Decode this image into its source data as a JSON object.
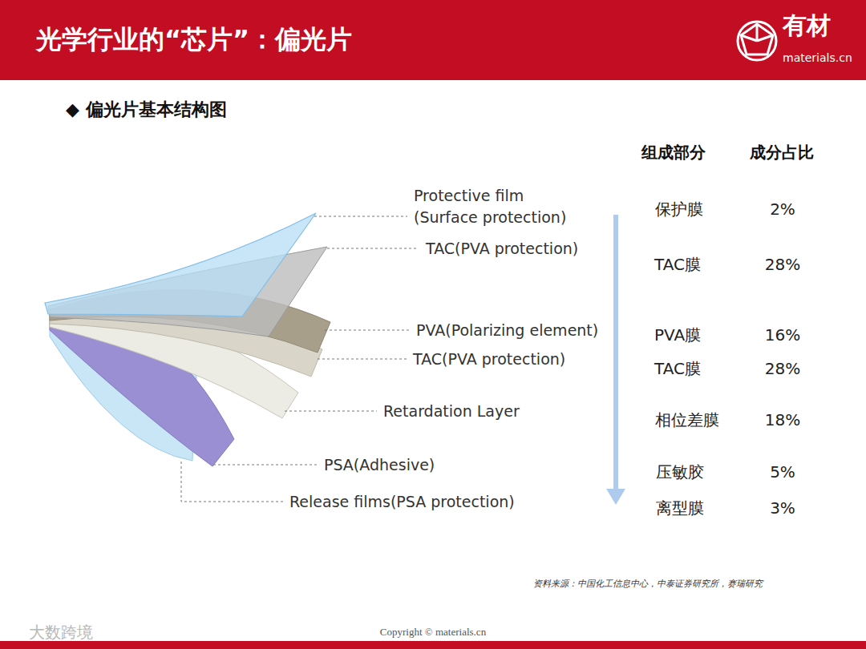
{
  "diagram": {
    "title": "光学行业的“芯片”：偏光片",
    "labels": [
      "有材",
      "materials.cn",
      "◆ 偏光片基本结构图",
      "Protective film (Surface protection)",
      "TAC(PVA protection)",
      "PVA(Polarizing element)",
      "TAC(PVA protection)",
      "Retardation Layer",
      "PSA(Adhesive)",
      "Release films(PSA protection)",
      "组成部分",
      "成分占比",
      "保护膜",
      "2%",
      "TAC膜",
      "28%",
      "PVA膜",
      "16%",
      "TAC膜",
      "28%",
      "相位差膜",
      "18%",
      "压敏胶",
      "5%",
      "离型膜",
      "3%",
      "资料来源：中国化工信息中心，中泰证券研究所，赛瑞研究",
      "Copyright © materials.cn",
      "大数跨境"
    ]
  }
}
